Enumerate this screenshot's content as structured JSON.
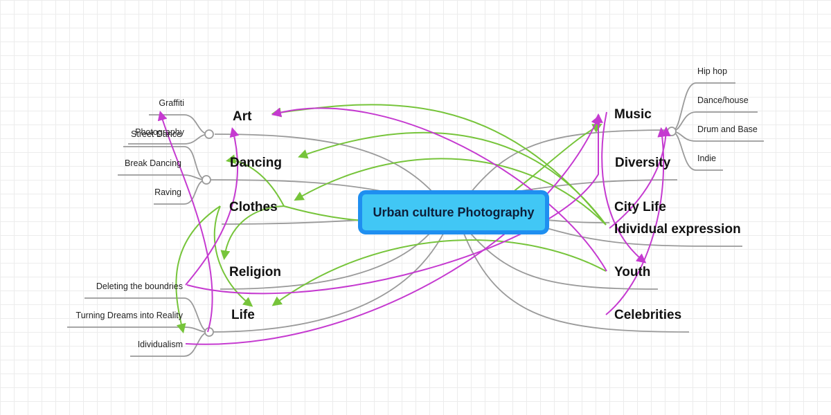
{
  "root": {
    "label": "Urban culture Photography"
  },
  "topics": {
    "art": "Art",
    "dancing": "Dancing",
    "clothes": "Clothes",
    "religion": "Religion",
    "life": "Life",
    "music": "Music",
    "diversity": "Diversity",
    "city_life": "City Life",
    "individual_expression": "Idividual expression",
    "youth": "Youth",
    "celebrities": "Celebrities"
  },
  "art_children": [
    "Graffiti",
    "Photography"
  ],
  "dancing_children": [
    "Street Dance",
    "Break Dancing",
    "Raving"
  ],
  "life_children": [
    "Deleting the boundries",
    "Turning Dreams into Reality",
    "Idividualism"
  ],
  "music_children": [
    "Hip hop",
    "Dance/house",
    "Drum and Base",
    "Indie"
  ],
  "colors": {
    "root_fill": "#41c7f5",
    "root_border": "#1f8ff0",
    "branch": "#9a9a9a",
    "relation_green": "#76c43a",
    "relation_magenta": "#c53ad0"
  }
}
